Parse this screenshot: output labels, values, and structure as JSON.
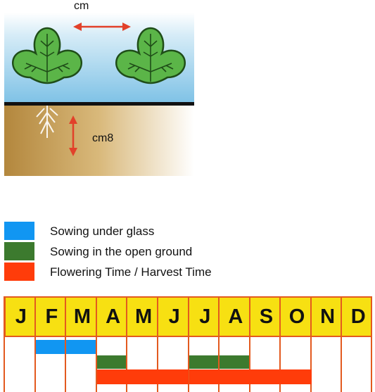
{
  "labels": {
    "spacing": "cm",
    "depth": "cm8"
  },
  "legend": [
    {
      "label": "Sowing under glass",
      "color": "#1196f2"
    },
    {
      "label": "Sowing in the open ground",
      "color": "#3c7a2e"
    },
    {
      "label": "Flowering Time / Harvest Time",
      "color": "#ff3c0a"
    }
  ],
  "calendar": {
    "months": [
      "J",
      "F",
      "M",
      "A",
      "M",
      "J",
      "J",
      "A",
      "S",
      "O",
      "N",
      "D"
    ],
    "grid_color": "#e35a1f",
    "header_color": "#f7e012",
    "rows": [
      {
        "type": "Sowing under glass",
        "color": "#1196f2",
        "months": [
          "F",
          "M"
        ],
        "month_indices": [
          1,
          2
        ]
      },
      {
        "type": "Sowing in the open ground",
        "color": "#3c7a2e",
        "months": [
          "A",
          "J",
          "A"
        ],
        "month_indices": [
          3,
          6,
          7
        ]
      },
      {
        "type": "Flowering Time / Harvest Time",
        "color": "#ff3c0a",
        "months": [
          "A",
          "M",
          "J",
          "J",
          "A",
          "S",
          "O"
        ],
        "month_indices": [
          3,
          4,
          5,
          6,
          7,
          8,
          9
        ]
      }
    ]
  }
}
